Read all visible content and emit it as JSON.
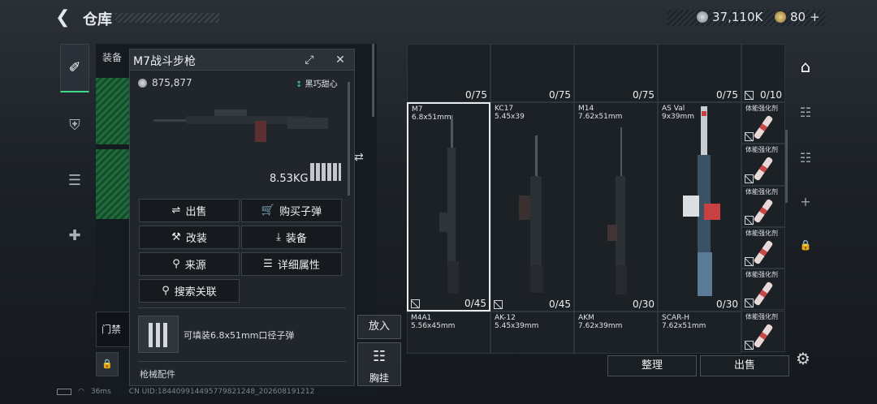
{
  "header": {
    "title": "仓库",
    "currency1": "37,110K",
    "currency2": "80",
    "plus": "+"
  },
  "left_nav": {
    "items": [
      "pistol-icon",
      "badge-icon",
      "clipboard-icon",
      "medkit-icon"
    ]
  },
  "equipment": {
    "label": "装备",
    "gate_label": "门禁"
  },
  "popup": {
    "name": "M7战斗步枪",
    "price": "875,877",
    "rarity_label": "黑巧甜心",
    "weight": "8.53KG",
    "buttons": {
      "sell": "出售",
      "buy_ammo": "购买子弹",
      "modify": "改装",
      "equip": "装备",
      "source": "来源",
      "details": "详细属性",
      "search": "搜索关联"
    },
    "ammo_text": "可填装6.8x51mm口径子弹",
    "parts_label": "枪械配件"
  },
  "put_in": "放入",
  "chest_label": "胸挂",
  "grid": {
    "top_counts": [
      "0/75",
      "0/75",
      "0/75",
      "0/75",
      "0/10"
    ],
    "row1": [
      {
        "name": "M7",
        "caliber": "6.8x51mm",
        "count": "0/45"
      },
      {
        "name": "KC17",
        "caliber": "5.45x39",
        "count": "0/45"
      },
      {
        "name": "M14",
        "caliber": "7.62x51mm",
        "count": "0/30"
      },
      {
        "name": "AS Val",
        "caliber": "9x39mm",
        "count": "0/30"
      }
    ],
    "row2": [
      {
        "name": "M4A1",
        "caliber": "5.56x45mm"
      },
      {
        "name": "AK-12",
        "caliber": "5.45x39mm"
      },
      {
        "name": "AKM",
        "caliber": "7.62x39mm"
      },
      {
        "name": "SCAR-H",
        "caliber": "7.62x51mm"
      }
    ],
    "side_items": [
      "体能强化剂",
      "体能强化剂",
      "体能强化剂",
      "体能强化剂",
      "体能强化剂",
      "体能强化剂"
    ]
  },
  "actions": {
    "sort": "整理",
    "sell": "出售"
  },
  "status": {
    "ping": "36ms",
    "uid": "CN UID:184409914495779821248_202608191212"
  },
  "colors": {
    "accent_green": "#3fd98a",
    "selected_border": "#e8ecef",
    "red_tag": "#d85a5a"
  }
}
